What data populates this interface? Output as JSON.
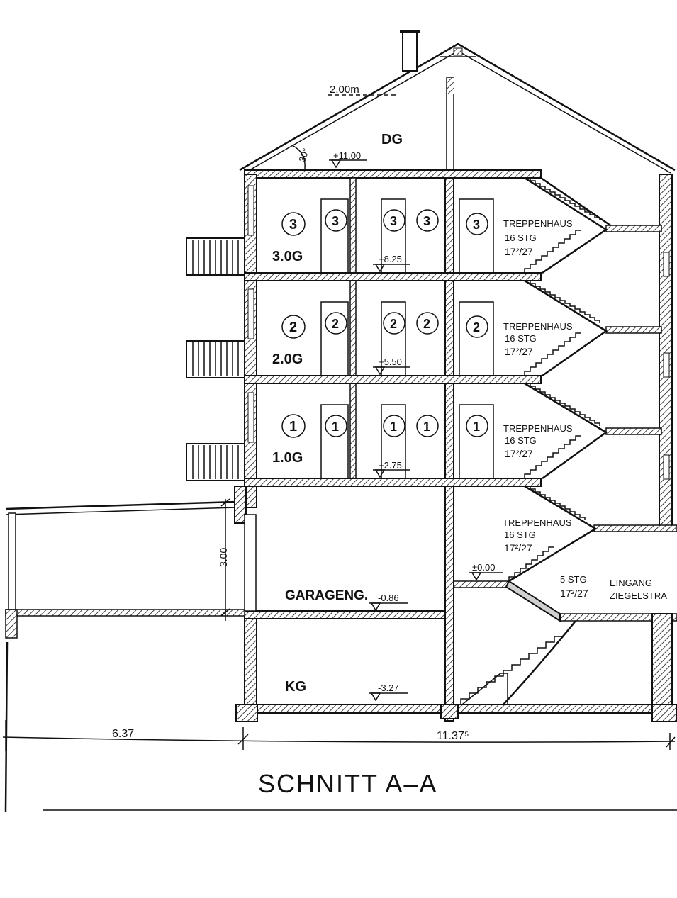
{
  "title": "SCHNITT A–A",
  "roof": {
    "label": "DG",
    "overhang": "2.00m",
    "angle": "30°",
    "level": "+11.00"
  },
  "floors": [
    {
      "name": "3.0G",
      "unit": "3",
      "level": "+8.25",
      "stair": {
        "label": "TREPPENHAUS",
        "steps": "16 STG",
        "ratio": "17²/27"
      }
    },
    {
      "name": "2.0G",
      "unit": "2",
      "level": "+5.50",
      "stair": {
        "label": "TREPPENHAUS",
        "steps": "16 STG",
        "ratio": "17²/27"
      }
    },
    {
      "name": "1.0G",
      "unit": "1",
      "level": "+2.75",
      "stair": {
        "label": "TREPPENHAUS",
        "steps": "16 STG",
        "ratio": "17²/27"
      }
    }
  ],
  "ground": {
    "name": "GARAGENG.",
    "level": "-0.86",
    "entry_level": "±0.00",
    "stair": {
      "label": "TREPPENHAUS",
      "steps": "16 STG",
      "ratio": "17²/27"
    },
    "entrance": {
      "steps": "5 STG",
      "ratio": "17²/27",
      "label": "EINGANG",
      "street": "ZIEGELSTRA"
    },
    "canopy_height": "3.00"
  },
  "basement": {
    "name": "KG",
    "level": "-3.27"
  },
  "dimensions": {
    "left": "6.37",
    "main": "11.37⁵"
  }
}
